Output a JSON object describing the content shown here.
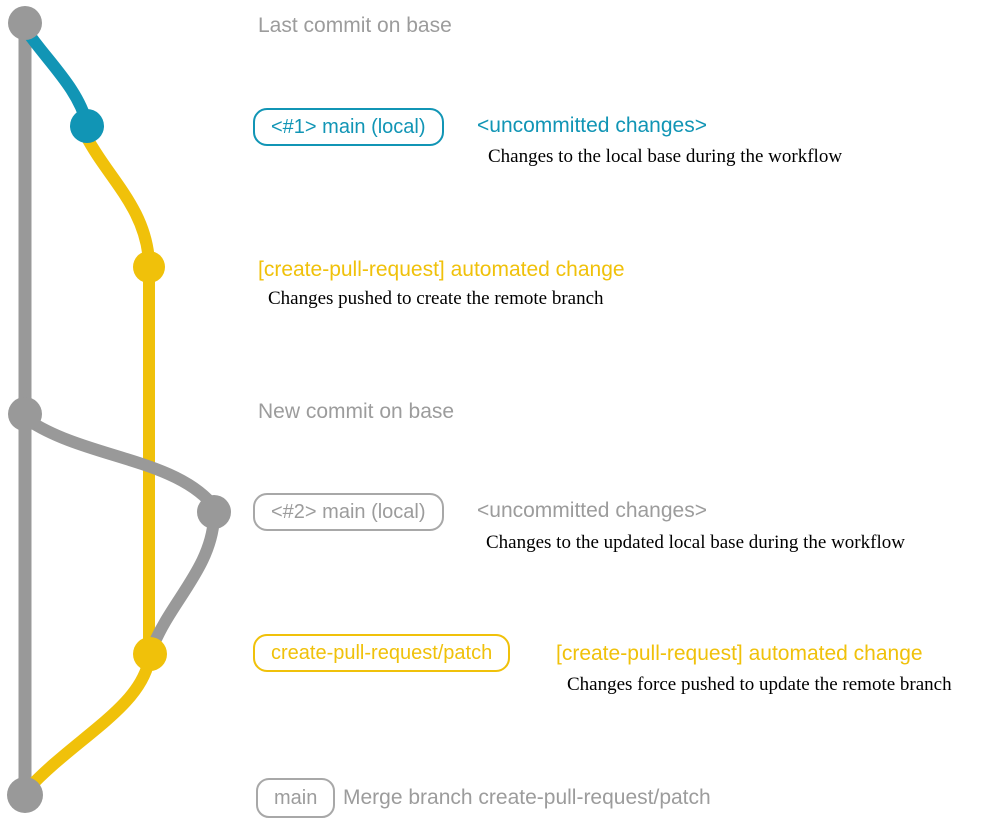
{
  "colors": {
    "gray": "#999999",
    "teal": "#1195b5",
    "yellow": "#f0c10a",
    "text_gray": "#9c9c9c",
    "caption_black": "#000000"
  },
  "graph": {
    "branches": [
      {
        "name": "base",
        "color": "gray"
      },
      {
        "name": "main (local)",
        "color": "teal-then-gray"
      },
      {
        "name": "create-pull-request/patch",
        "color": "yellow"
      }
    ],
    "nodes": [
      {
        "id": "last-commit-on-base",
        "color": "gray"
      },
      {
        "id": "main-local-1",
        "color": "teal"
      },
      {
        "id": "automated-change-1",
        "color": "yellow"
      },
      {
        "id": "new-commit-on-base",
        "color": "gray"
      },
      {
        "id": "main-local-2",
        "color": "gray"
      },
      {
        "id": "automated-change-2",
        "color": "yellow"
      },
      {
        "id": "merge-commit",
        "color": "gray"
      }
    ]
  },
  "rows": {
    "r1": {
      "title": "Last commit on base"
    },
    "r2": {
      "badge": "<#1> main (local)",
      "title": "<uncommitted changes>",
      "caption": "Changes to the local base during the workflow"
    },
    "r3": {
      "title": "[create-pull-request] automated change",
      "caption": "Changes pushed to create the remote branch"
    },
    "r4": {
      "title": "New commit on base"
    },
    "r5": {
      "badge": "<#2> main (local)",
      "title": "<uncommitted changes>",
      "caption": "Changes to the updated local base during the workflow"
    },
    "r6": {
      "badge": "create-pull-request/patch",
      "title": "[create-pull-request] automated change",
      "caption": "Changes force pushed to update the remote branch"
    },
    "r7": {
      "badge": "main",
      "title": "Merge branch create-pull-request/patch"
    }
  }
}
